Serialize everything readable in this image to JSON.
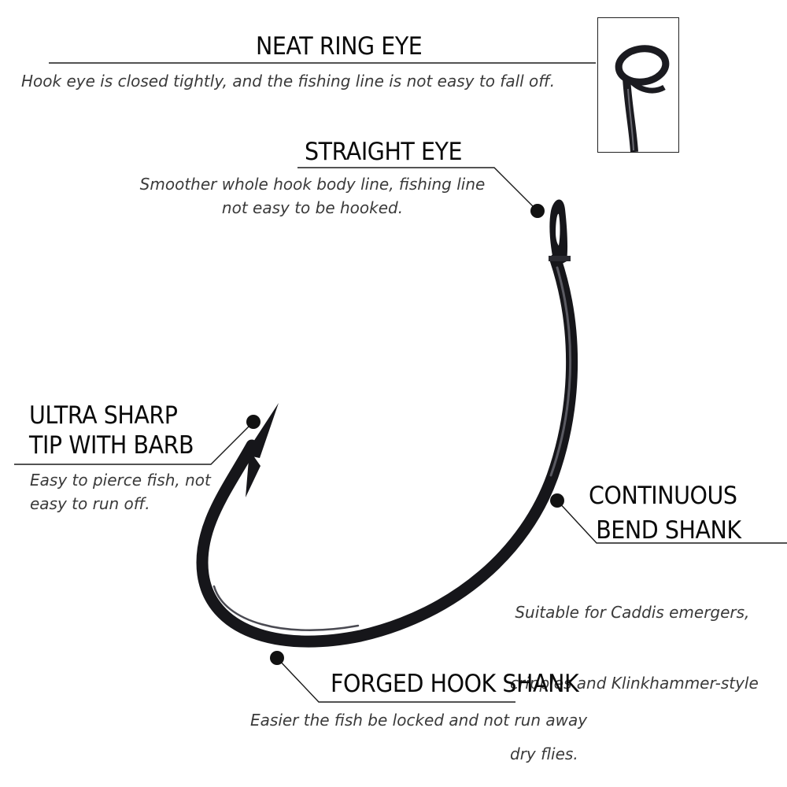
{
  "colors": {
    "hook": "#16161a",
    "hook_highlight": "#5a5a62",
    "leader_line": "#1a1a1a",
    "heading_text": "#0a0a0a",
    "description_text": "#3a3a3a"
  },
  "features": {
    "neat_ring_eye": {
      "title": "NEAT RING EYE",
      "description": "Hook eye is closed tightly, and the fishing line is not easy to fall off."
    },
    "straight_eye": {
      "title": "STRAIGHT EYE",
      "description_lines": [
        "Smoother whole hook body line, fishing line",
        "not easy to be hooked."
      ]
    },
    "ultra_sharp_tip": {
      "title_lines": [
        "ULTRA SHARP",
        "TIP WITH BARB"
      ],
      "description_lines": [
        "Easy to pierce fish, not",
        "easy to run off."
      ]
    },
    "continuous_bend_shank": {
      "title_lines": [
        "CONTINUOUS",
        "BEND SHANK"
      ],
      "description_lines": [
        " Suitable for Caddis emergers,",
        "cripples and Klinkhammer-style",
        "dry flies."
      ]
    },
    "forged_hook_shank": {
      "title": "FORGED HOOK SHANK",
      "description": "Easier the fish be locked and not run away"
    }
  },
  "icons": {
    "hook": "fishing-hook-icon",
    "inset": "ring-eye-closeup-icon"
  }
}
